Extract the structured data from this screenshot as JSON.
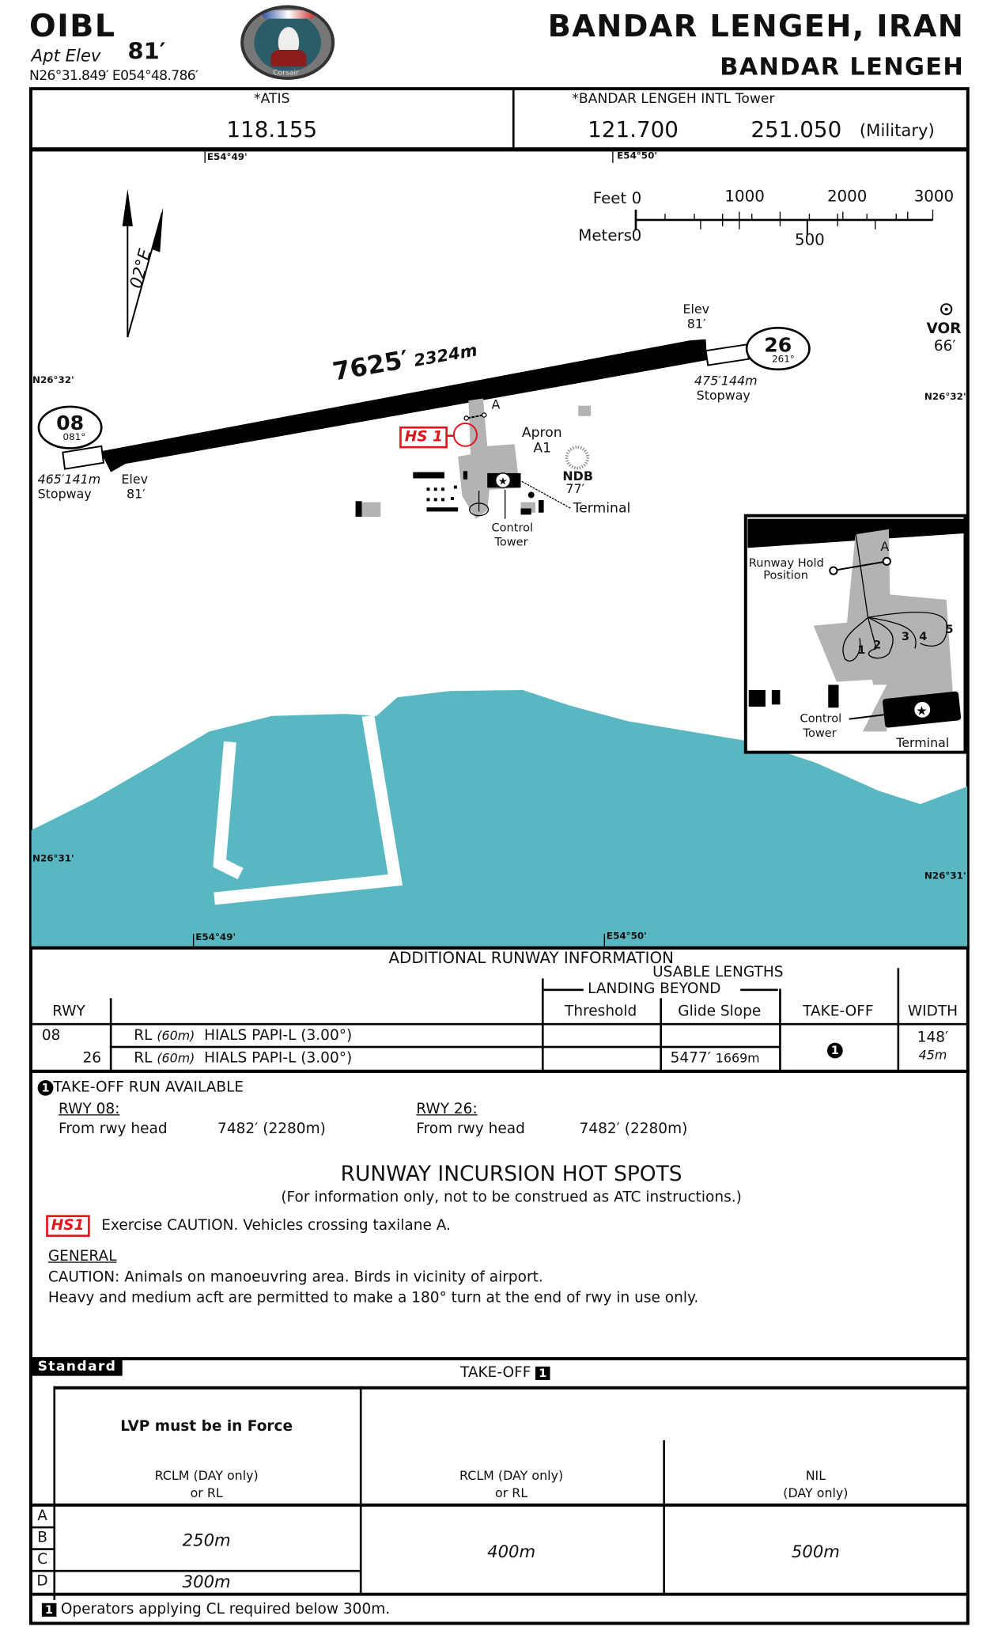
{
  "header": {
    "icao": "OIBL",
    "apt_elev_label": "Apt Elev",
    "apt_elev_value": "81′",
    "coords": "N26°31.849′ E054°48.786′",
    "city": "BANDAR LENGEH, IRAN",
    "airport": "BANDAR LENGEH",
    "logo_text": "Corsair"
  },
  "freq": {
    "atis_label": "*ATIS",
    "atis_value": "118.155",
    "tower_label": "*BANDAR  LENGEH INTL Tower",
    "tower_value1": "121.700",
    "tower_value2": "251.050",
    "tower_value2_note": "(Military)"
  },
  "map": {
    "grid": {
      "e4949_top": "E54°49'",
      "e4950_top": "E54°50'",
      "e4949_bot": "E54°49'",
      "e4950_bot": "E54°50'",
      "n2632_l": "N26°32'",
      "n2632_r": "N26°32'",
      "n2631_l": "N26°31'",
      "n2631_r": "N26°31'"
    },
    "variation": "02°E",
    "scale": {
      "feet_label": "Feet",
      "meters_label": "Meters",
      "feet_ticks": [
        "0",
        "1000",
        "2000",
        "3000"
      ],
      "meters_ticks": [
        "0",
        "500"
      ]
    },
    "runway": {
      "length": "7625′",
      "length_m": "2324m"
    },
    "rwy08": {
      "num": "08",
      "hdg": "081°",
      "stopway": "465′141m",
      "stopway_label": "Stopway",
      "elev_label": "Elev",
      "elev": "81′"
    },
    "rwy26": {
      "num": "26",
      "hdg": "261°",
      "stopway": "475′144m",
      "stopway_label": "Stopway",
      "elev_label": "Elev",
      "elev": "81′"
    },
    "vor": {
      "label": "VOR",
      "elev": "66′"
    },
    "ndb": {
      "label": "NDB",
      "elev": "77′"
    },
    "labels": {
      "taxi_a": "A",
      "hs1": "HS 1",
      "apron1": "Apron",
      "apron2": "A1",
      "terminal": "Terminal",
      "tower1": "Control",
      "tower2": "Tower"
    },
    "inset": {
      "taxi_a": "A",
      "hold1": "Runway Hold",
      "hold2": "Position",
      "spots": [
        "1",
        "2",
        "3",
        "4",
        "5"
      ],
      "tower1": "Control",
      "tower2": "Tower",
      "terminal": "Terminal"
    }
  },
  "rwy_info": {
    "title": "ADDITIONAL RUNWAY INFORMATION",
    "usable": "USABLE LENGTHS",
    "landing_beyond": "LANDING BEYOND",
    "headers": {
      "rwy": "RWY",
      "threshold": "Threshold",
      "glide": "Glide Slope",
      "takeoff": "TAKE-OFF",
      "width": "WIDTH"
    },
    "rows": [
      {
        "rwy": "08",
        "rl": "RL",
        "rl_note": "(60m)",
        "lights": "HIALS  PAPI-L (3.00°)",
        "threshold": "",
        "glide": ""
      },
      {
        "rwy": "26",
        "rl": "RL",
        "rl_note": "(60m)",
        "lights": "HIALS  PAPI-L (3.00°)",
        "threshold": "",
        "glide": "5477′",
        "glide_m": "1669m"
      }
    ],
    "takeoff_note": "1",
    "width": "148′",
    "width_m": "45m"
  },
  "notes": {
    "tora_num": "1",
    "tora_title": "TAKE-OFF RUN AVAILABLE",
    "rwy08_label": "RWY 08:",
    "rwy08_from": "From rwy head",
    "rwy08_value": "7482′ (2280m)",
    "rwy26_label": "RWY 26:",
    "rwy26_from": "From rwy head",
    "rwy26_value": "7482′ (2280m)",
    "hotspots_title": "RUNWAY INCURSION HOT SPOTS",
    "hotspots_sub": "(For information only, not to be construed as ATC instructions.)",
    "hs1_badge": "HS1",
    "hs1_text": "Exercise CAUTION. Vehicles crossing taxilane A.",
    "general_title": "GENERAL",
    "general_1": "CAUTION: Animals on manoeuvring area. Birds in vicinity of airport.",
    "general_2": "Heavy and medium acft are permitted to make a 180° turn at the end of rwy in use only."
  },
  "takeoff_min": {
    "standard": "Standard",
    "title": "TAKE-OFF",
    "title_note": "1",
    "lvp": "LVP must be in Force",
    "col1_1": "RCLM (DAY only)",
    "col1_2": "or RL",
    "col2_1": "RCLM (DAY only)",
    "col2_2": "or RL",
    "col3_1": "NIL",
    "col3_2": "(DAY only)",
    "cats": [
      "A",
      "B",
      "C",
      "D"
    ],
    "abc_value": "250m",
    "d_value": "300m",
    "col2_value": "400m",
    "col3_value": "500m",
    "footnote_num": "1",
    "footnote": "Operators applying CL required below 300m."
  },
  "colors": {
    "water": "#59b7c1",
    "hotspot": "#e0141b",
    "taxiway": "#b3b3b3"
  }
}
